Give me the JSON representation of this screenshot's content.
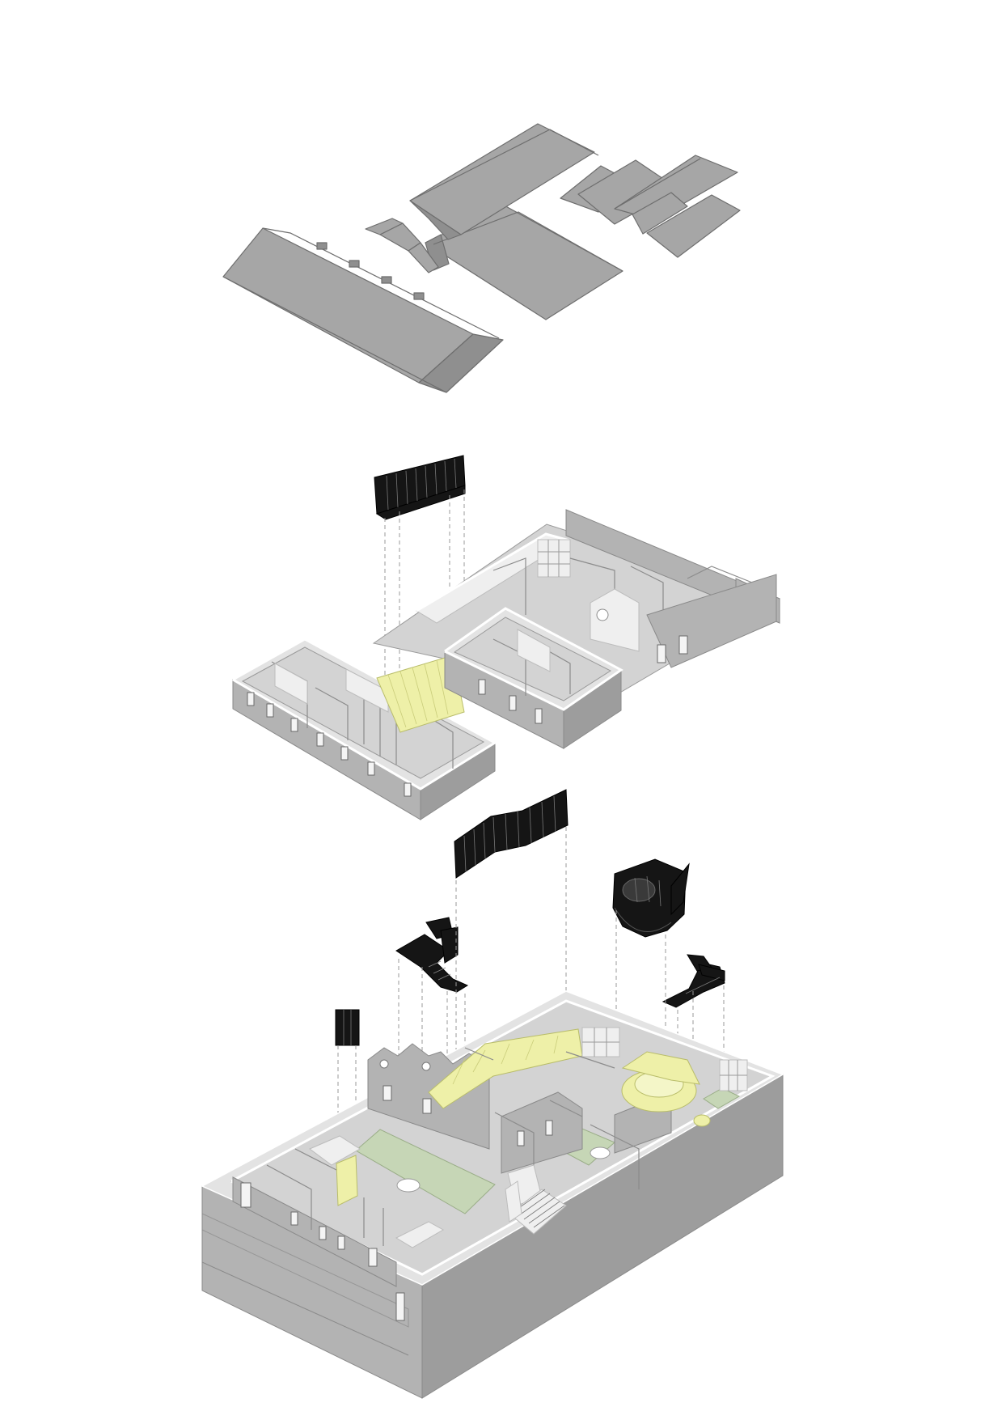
{
  "diagram": {
    "type": "exploded-axonometric",
    "layers": [
      {
        "id": "roof",
        "description_icon": "roof-layer"
      },
      {
        "id": "upper-floor",
        "description_icon": "floor-layer"
      },
      {
        "id": "inserted-elements",
        "description_icon": "insert-layer"
      },
      {
        "id": "ground-floor",
        "description_icon": "floor-layer"
      }
    ],
    "colors": {
      "roof": "#a6a6a6",
      "walls": "#b3b3b3",
      "floor": "#d3d3d3",
      "highlight_yellow": "#eef0a8",
      "courtyard_green": "#c6d6b6",
      "inserted_black": "#151515",
      "background": "#ffffff"
    }
  }
}
